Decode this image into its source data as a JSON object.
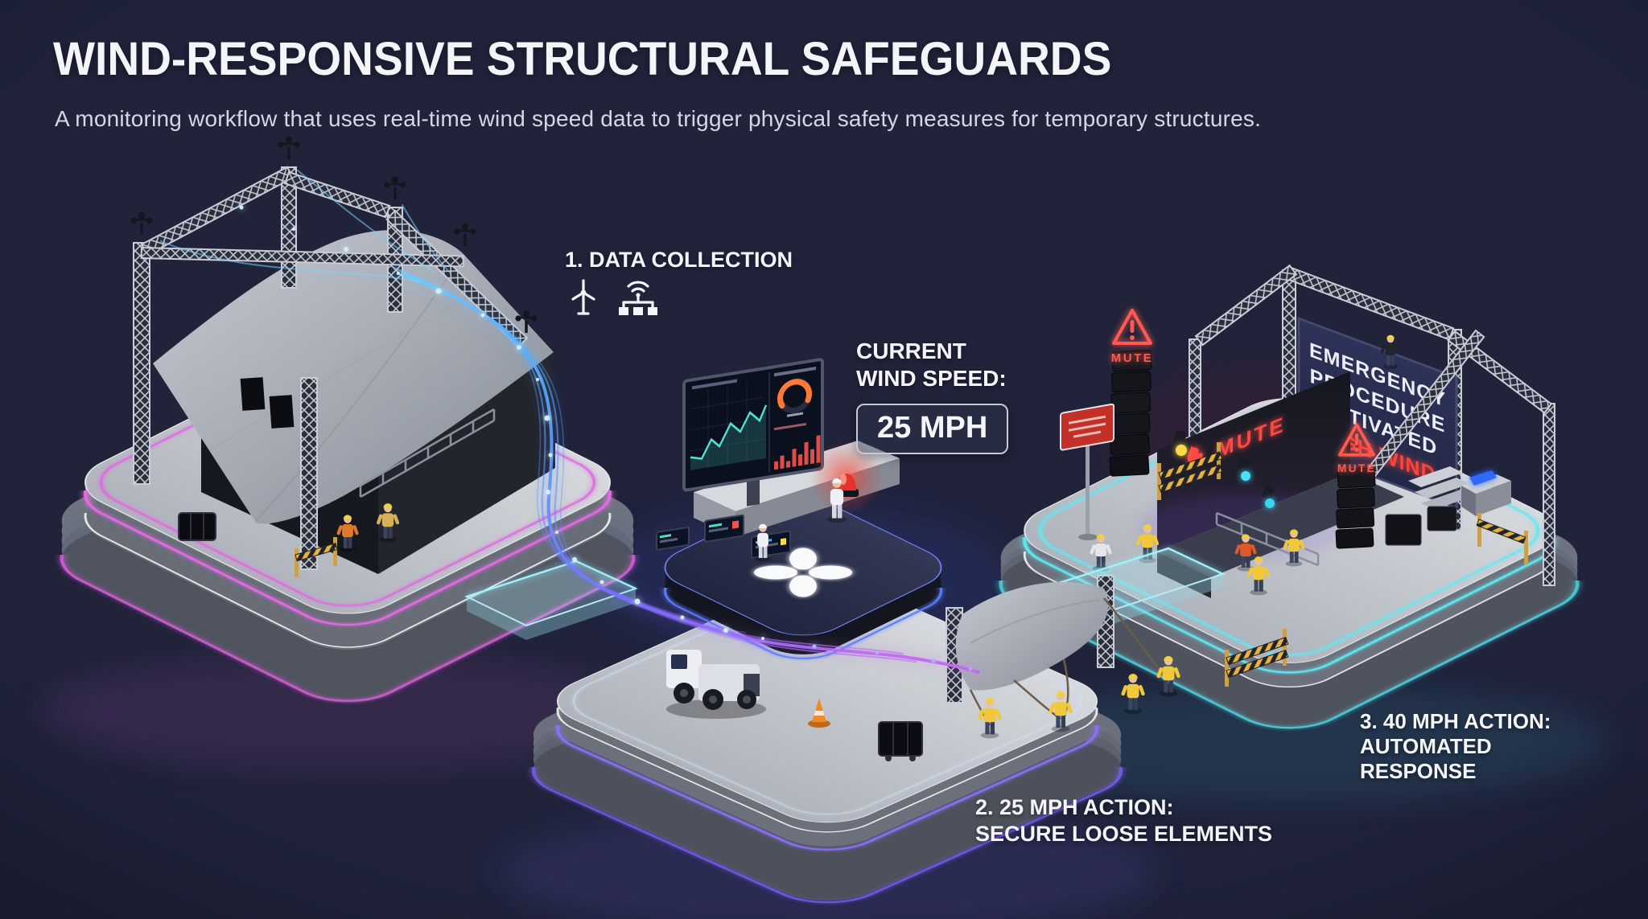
{
  "header": {
    "title": "WIND-RESPONSIVE STRUCTURAL SAFEGUARDS",
    "subtitle": "A monitoring workflow that uses real-time wind speed data to trigger physical safety measures for temporary structures."
  },
  "steps": {
    "collection": {
      "label": "1. DATA COLLECTION",
      "icons": [
        "wind-turbine",
        "sensor-network"
      ]
    },
    "secure": {
      "lines": [
        "2. 25 MPH ACTION:",
        "SECURE LOOSE ELEMENTS"
      ]
    },
    "automated": {
      "lines": [
        "3. 40 MPH ACTION:",
        "AUTOMATED",
        "RESPONSE"
      ]
    }
  },
  "wind": {
    "label_lines": [
      "CURRENT",
      "WIND SPEED:"
    ],
    "value": "25 MPH"
  },
  "right_stage": {
    "screen_lines": [
      "EMERGENCY",
      "PROCEDURE",
      "ACTIVATED"
    ],
    "screen_alert": "HIGH WIND",
    "mute_sign": "MUTE",
    "backdrop_logo": "MUTE"
  },
  "colors": {
    "background": "#20233a",
    "neon_magenta": "#e06ae0",
    "neon_purple": "#8a6ff0",
    "neon_cyan": "#5ee4ee",
    "neon_blue": "#5a7cff",
    "alert_red": "#ff4438",
    "deck_gray": "#c9ccd2"
  }
}
